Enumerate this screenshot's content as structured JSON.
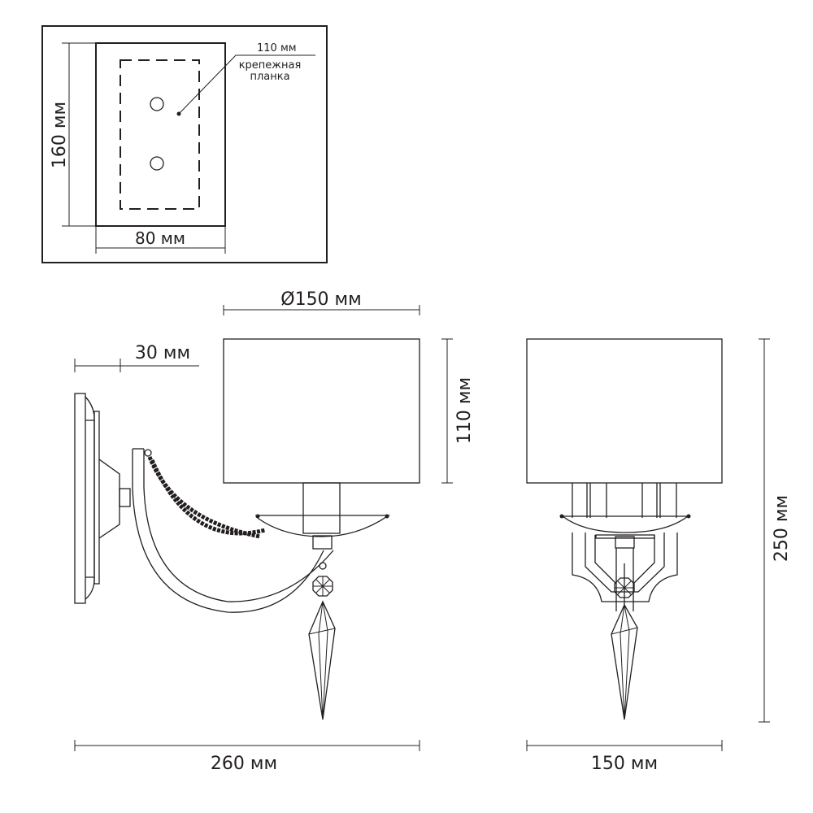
{
  "inset": {
    "height_label": "160 мм",
    "width_label": "80 мм",
    "bracket_size_label": "110 мм",
    "bracket_name_line1": "крепежная",
    "bracket_name_line2": "планка"
  },
  "side_view": {
    "shade_diameter_label": "Ø150 мм",
    "wall_offset_label": "30 мм",
    "shade_height_label": "110 мм",
    "total_depth_label": "260 мм"
  },
  "front_view": {
    "total_height_label": "250 мм",
    "width_label": "150 мм"
  },
  "colors": {
    "line": "#231f20",
    "background": "#ffffff"
  }
}
